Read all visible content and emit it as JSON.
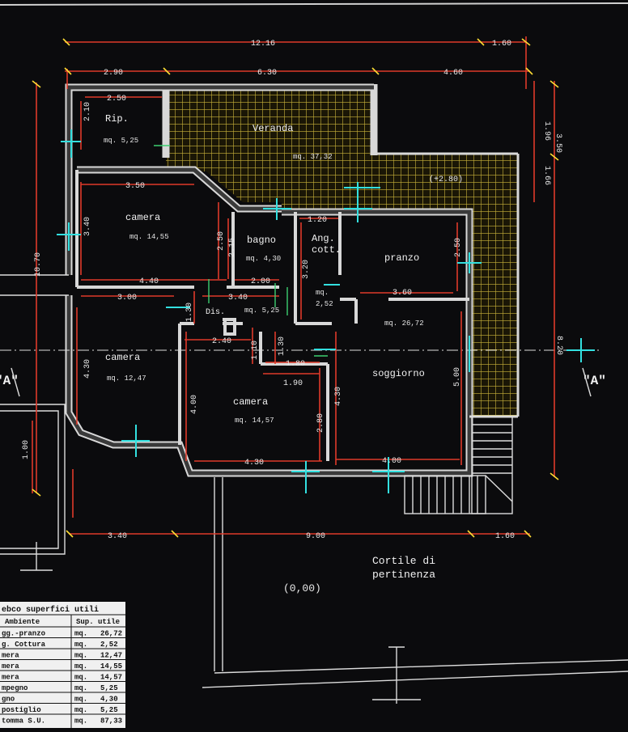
{
  "dimensions": {
    "top_total": "12.16",
    "top_right_extra": "1.60",
    "top_left": "2.90",
    "top_mid": "6.30",
    "top_right": "4.60",
    "right_1": "1.96",
    "right_2": "3.50",
    "right_3": "1.66",
    "right_total": "8.20",
    "left_total": "10.70",
    "bottom_left": "3.40",
    "bottom_mid": "9.00",
    "bottom_right": "1.60",
    "annex_side": "1.00",
    "rip_w": "2.50",
    "rip_h": "2.10",
    "camera1_w": "3.50",
    "camera1_h": "3.40",
    "camera1_w2": "4.40",
    "bagno_h1": "2.50",
    "bagno_h2": "2.15",
    "bagno_w": "2.00",
    "dis_w": "3.40",
    "dis_h": "1.30",
    "camera2_w": "3.00",
    "camera2_h": "4.30",
    "camera3_w": "2.40",
    "camera3_h1": "1.10",
    "camera3_h2": "1.30",
    "camera3_w2": "1.80",
    "camera3_w3": "1.90",
    "camera3_h": "4.00",
    "camera3_w4": "4.30",
    "camera3_h3": "2.80",
    "angcott_w": "1.20",
    "angcott_h": "3.20",
    "pranzo_h": "2.50",
    "pranzo_w": "3.60",
    "soggiorno_h": "4.30",
    "soggiorno_h2": "5.00",
    "soggiorno_w": "4.00",
    "veranda_level": "(+2.80)",
    "ground_level": "(0,00)"
  },
  "rooms": {
    "rip": {
      "name": "Rip.",
      "area": "mq. 5,25"
    },
    "veranda": {
      "name": "Veranda",
      "area": "mq. 37,32"
    },
    "camera1": {
      "name": "camera",
      "area": "mq. 14,55"
    },
    "bagno": {
      "name": "bagno",
      "area": "mq. 4,30"
    },
    "ang_cott_1": "Ang.",
    "ang_cott_2": "cott.",
    "ang_cott_area1": "mq.",
    "ang_cott_area2": "2,52",
    "pranzo": {
      "name": "pranzo"
    },
    "dis": {
      "name": "Dis.",
      "area": "mq. 5,25"
    },
    "camera2": {
      "name": "camera",
      "area": "mq. 12,47"
    },
    "camera3": {
      "name": "camera",
      "area": "mq. 14,57"
    },
    "soggiorno": {
      "name": "soggiorno",
      "area": "mq. 26,72"
    }
  },
  "section_marks": {
    "left": "\"A\"",
    "right": "\"A\""
  },
  "courtyard": {
    "line1": "Cortile di",
    "line2": "pertinenza"
  },
  "table": {
    "title": "ebco superfici utili",
    "headers": [
      "Ambiente",
      "Sup. utile"
    ],
    "rows": [
      [
        "gg.-pranzo",
        "mq.",
        "26,72"
      ],
      [
        "g. Cottura",
        "mq.",
        "2,52"
      ],
      [
        "mera",
        "mq.",
        "12,47"
      ],
      [
        "mera",
        "mq.",
        "14,55"
      ],
      [
        "mera",
        "mq.",
        "14,57"
      ],
      [
        "mpegno",
        "mq.",
        "5,25"
      ],
      [
        "gno",
        "mq.",
        "4,30"
      ],
      [
        "postiglio",
        "mq.",
        "5,25"
      ],
      [
        "tomma S.U.",
        "mq.",
        "87,33"
      ]
    ]
  },
  "colors": {
    "background": "#0b0b0d",
    "walls": "#d8d8d8",
    "dimension_lines": "#e03a2a",
    "ticks": "#ffdd33",
    "veranda_grid": "#c9b23a",
    "symbols": "#33e0e0"
  }
}
